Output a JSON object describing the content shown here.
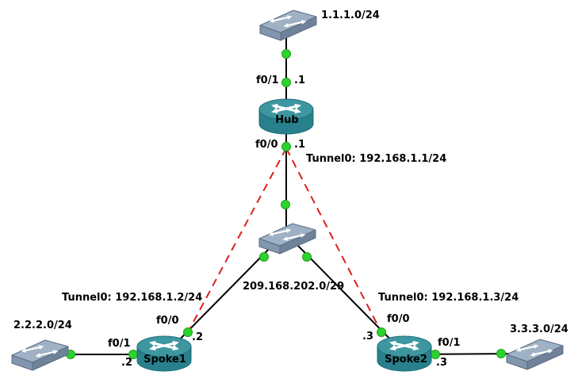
{
  "colors": {
    "background": "#ffffff",
    "link": "#000000",
    "tunnel": "#dd1e1e",
    "connector_dot": "#2bd42b",
    "connector_dot_edge": "#1f9e1f",
    "switch_top": "#9fb1c4",
    "switch_front": "#8296ae",
    "switch_side": "#6f829a",
    "switch_outline": "#5a6d83",
    "router_top": "#3e97a0",
    "router_body": "#27808c",
    "router_edge": "#1e6e79",
    "label_text": "#000000"
  },
  "nodes": {
    "hub": {
      "type": "router",
      "name": "Hub"
    },
    "spoke1": {
      "type": "router",
      "name": "Spoke1"
    },
    "spoke2": {
      "type": "router",
      "name": "Spoke2"
    },
    "lan1_switch": {
      "type": "switch"
    },
    "transit_switch": {
      "type": "switch"
    },
    "lan2_switch": {
      "type": "switch"
    },
    "lan3_switch": {
      "type": "switch"
    }
  },
  "labels": {
    "lan1_network": "1.1.1.0/24",
    "lan2_network": "2.2.2.0/24",
    "lan3_network": "3.3.3.0/24",
    "transit_network": "209.168.202.0/29",
    "hub_tunnel": "Tunnel0: 192.168.1.1/24",
    "spoke1_tunnel": "Tunnel0: 192.168.1.2/24",
    "spoke2_tunnel": "Tunnel0: 192.168.1.3/24",
    "hub_f01": "f0/1",
    "hub_f01_ip": ".1",
    "hub_f00": "f0/0",
    "hub_f00_ip": ".1",
    "spoke1_f00": "f0/0",
    "spoke1_f00_ip": ".2",
    "spoke1_f01": "f0/1",
    "spoke1_f01_ip": ".2",
    "spoke2_f00": "f0/0",
    "spoke2_f00_ip": ".3",
    "spoke2_f01": "f0/1",
    "spoke2_f01_ip": ".3"
  }
}
